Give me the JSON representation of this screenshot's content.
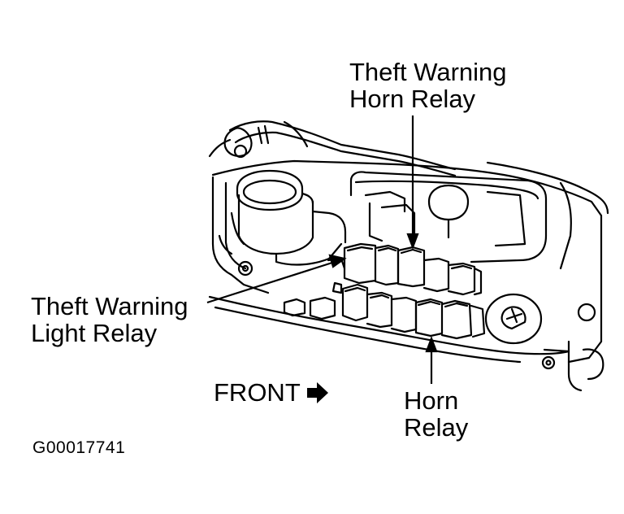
{
  "labels": {
    "theft_warning_horn_relay": [
      "Theft Warning",
      "Horn Relay"
    ],
    "theft_warning_light_relay": [
      "Theft Warning",
      "Light Relay"
    ],
    "horn_relay": [
      "Horn",
      "Relay"
    ],
    "front": "FRONT",
    "figure_code": "G00017741"
  },
  "icons": {
    "front_arrow": "right-arrow-icon"
  },
  "colors": {
    "line": "#000000",
    "background": "#ffffff"
  }
}
